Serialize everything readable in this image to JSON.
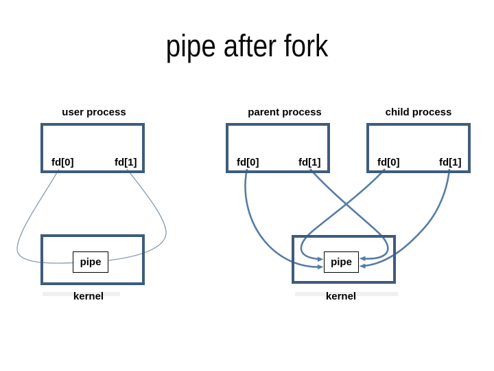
{
  "slide": {
    "title": "pipe after fork"
  },
  "left_diagram": {
    "process_label": "user process",
    "fd0_label": "fd[0]",
    "fd1_label": "fd[1]",
    "pipe_label": "pipe",
    "kernel_label": "kernel"
  },
  "right_diagram": {
    "parent_label": "parent process",
    "parent_fd0_label": "fd[0]",
    "parent_fd1_label": "fd[1]",
    "child_label": "child process",
    "child_fd0_label": "fd[0]",
    "child_fd1_label": "fd[1]",
    "pipe_label": "pipe",
    "kernel_label": "kernel"
  },
  "colors": {
    "box_border": "#3e5c7c",
    "curve_strong": "#567ca8",
    "curve_thin": "#7d93a8",
    "text": "#000000",
    "background": "#ffffff"
  }
}
